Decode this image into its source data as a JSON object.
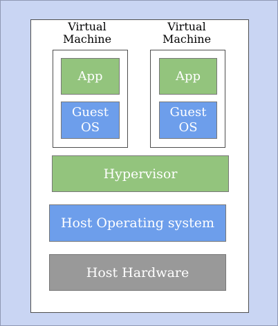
{
  "colors": {
    "background": "#c9d5f3",
    "panel": "#ffffff",
    "app": "#93c47d",
    "guest_os": "#6d9eeb",
    "hypervisor": "#93c47d",
    "host_os": "#6d9eeb",
    "host_hardware": "#999999",
    "border": "#4d4d4d",
    "label_text": "#ffffff",
    "title_text": "#000000"
  },
  "virtual_machines": [
    {
      "title": "Virtual\nMachine",
      "app_label": "App",
      "guest_os_label": "Guest\nOS"
    },
    {
      "title": "Virtual\nMachine",
      "app_label": "App",
      "guest_os_label": "Guest\nOS"
    }
  ],
  "layers": {
    "hypervisor": "Hypervisor",
    "host_os": "Host Operating system",
    "host_hardware": "Host Hardware"
  }
}
